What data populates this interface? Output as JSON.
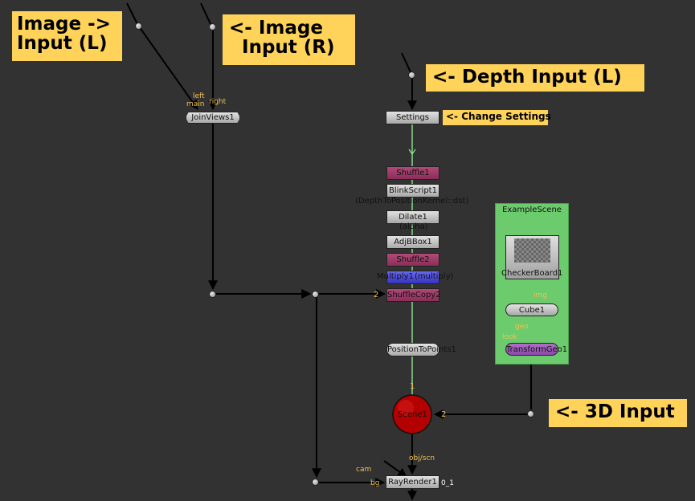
{
  "colors": {
    "background": "#323232",
    "sticky_note": "#ffd35a",
    "backdrop": "#6ccb6c",
    "edge": "#000000",
    "viewer_line": "#8fe38f",
    "label_orange": "#f0c050"
  },
  "sticky_notes": {
    "image_left": "Image ->\nInput (L)",
    "image_right": "<- Image\n  Input (R)",
    "depth": "<- Depth Input (L)",
    "settings": "<- Change Settings",
    "three_d": "<- 3D Input"
  },
  "nodes": {
    "joinviews": "JoinViews1",
    "settings": "Settings",
    "shuffle1": "Shuffle1",
    "blinkscript": "BlinkScript1",
    "blinkscript_sub": "(DepthToPositionKernel::dst)",
    "dilate": "Dilate1",
    "dilate_sub": "(alpha)",
    "adjbbox": "AdjBBox1",
    "shuffle2": "Shuffle2",
    "multiply": "Multiply1",
    "multiply_sub": "(multiply)",
    "shufflecopy": "ShuffleCopy2",
    "positiontopoints": "PositionToPoints1",
    "scene": "Scene1",
    "rayrender": "RayRender1",
    "backdrop": "ExampleScene",
    "checkerboard": "CheckerBoard1",
    "cube": "Cube1",
    "transformgeo": "TransformGeo1"
  },
  "input_labels": {
    "left": "left",
    "main": "main",
    "right": "right",
    "shufflecopy_2": "2",
    "scene_1": "1",
    "scene_2": "2",
    "scene_out": "obj/scn",
    "cam": "cam",
    "bg": "bg",
    "rayrender_range": "0_1",
    "cube_img": "img",
    "transform_geo": "geo",
    "transform_look": "look"
  }
}
